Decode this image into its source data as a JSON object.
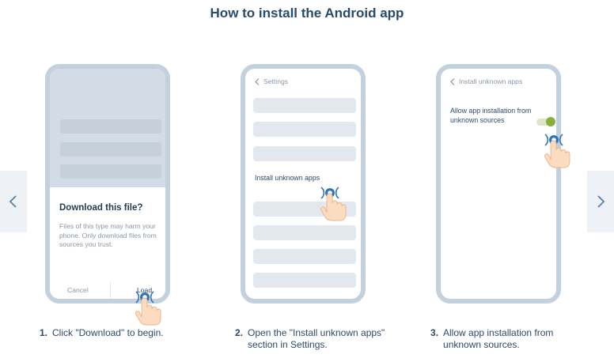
{
  "title": "How to install the Android app",
  "nav": {
    "prev_icon": "chevron-left-icon",
    "next_icon": "chevron-right-icon"
  },
  "phone1": {
    "dialog_title": "Download this file?",
    "dialog_text": "Files of this type may harm your phone. Only download files from sources you trust.",
    "cancel_label": "Cancel",
    "load_label": "Load"
  },
  "phone2": {
    "header": "Settings",
    "item_label": "Install unknown apps"
  },
  "phone3": {
    "header": "Install unknown apps",
    "setting_label": "Allow app installation from unknown sources"
  },
  "steps": [
    {
      "num": "1.",
      "text": "Click \"Download\" to begin."
    },
    {
      "num": "2.",
      "text": "Open the \"Install unknown apps\" section in Settings."
    },
    {
      "num": "3.",
      "text": "Allow app installation from unknown sources."
    }
  ],
  "colors": {
    "title": "#2a4a6c",
    "phone_frame": "#c3d1df",
    "placeholder_bar": "#e2e8ee",
    "toggle_on": "#8aae3c",
    "tap_ring": "#2f74b8"
  }
}
